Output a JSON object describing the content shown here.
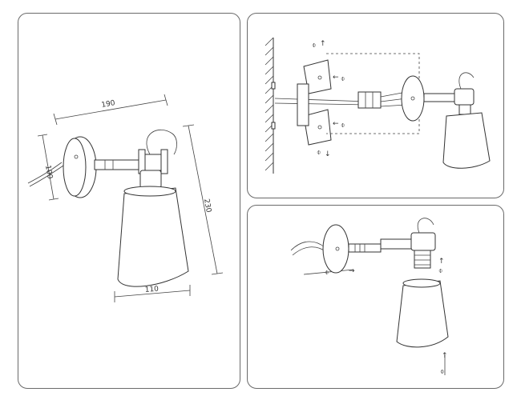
{
  "dimensions": {
    "width_label": "190",
    "backplate_label": "100",
    "height_label": "230",
    "shade_label": "110"
  },
  "colors": {
    "line": "#333333",
    "panel_border": "#6a6a6a",
    "background": "#ffffff"
  },
  "icons": {
    "screw": "screw-icon",
    "arrow": "arrow-icon"
  }
}
